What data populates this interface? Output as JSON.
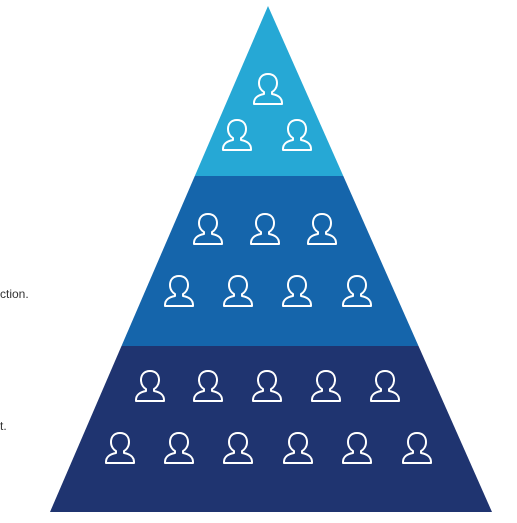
{
  "colors": {
    "top_tier": "#26a8d5",
    "middle_tier": "#1565ab",
    "bottom_tier": "#1f3470",
    "icon_stroke": "#ffffff",
    "background": "#ffffff"
  },
  "side_texts": [
    "ction.",
    "t."
  ],
  "pyramid": {
    "icon": "person-outline-icon",
    "tiers": [
      {
        "name": "top",
        "rows": [
          1,
          2
        ]
      },
      {
        "name": "middle",
        "rows": [
          3,
          4
        ]
      },
      {
        "name": "bottom",
        "rows": [
          5,
          6
        ]
      }
    ]
  }
}
